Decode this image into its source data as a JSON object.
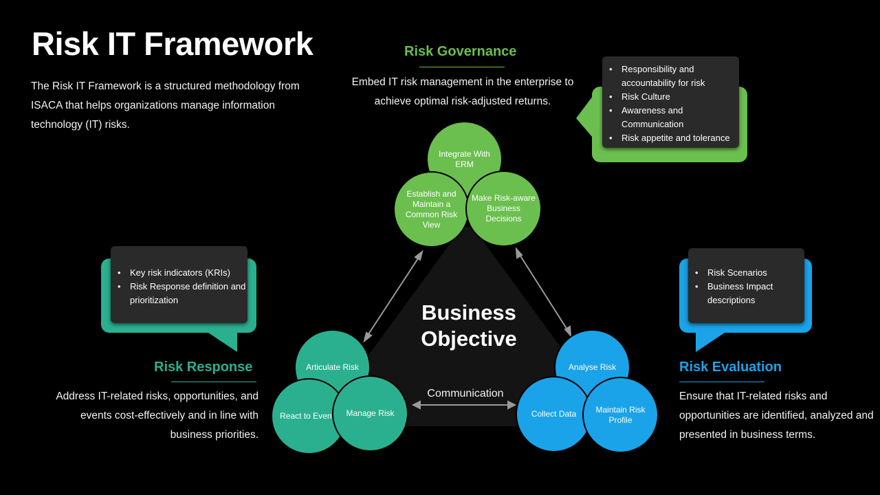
{
  "title": "Risk IT Framework",
  "intro": "The Risk IT Framework is a structured methodology from ISACA that helps organizations manage information technology (IT) risks.",
  "colors": {
    "governance": "#6bbf4e",
    "response": "#2bb08f",
    "evaluation": "#1aa3e8",
    "background": "#000000",
    "box": "#2a2a2a"
  },
  "governance": {
    "title": "Risk Governance",
    "description": "Embed IT risk management in the enterprise to achieve optimal risk-adjusted returns.",
    "bullets": [
      "Responsibility and accountability for risk",
      "Risk Culture",
      "Awareness and Communication",
      "Risk appetite and tolerance"
    ],
    "circles": [
      "Integrate With ERM",
      "Establish and Maintain a Common Risk View",
      "Make Risk-aware Business Decisions"
    ]
  },
  "response": {
    "title": "Risk Response",
    "description": "Address IT-related risks, opportunities, and events cost-effectively and in line with business priorities.",
    "bullets": [
      "Key risk indicators (KRIs)",
      "Risk Response definition and prioritization"
    ],
    "circles": [
      "Articulate Risk",
      "React to Events",
      "Manage Risk"
    ]
  },
  "evaluation": {
    "title": "Risk Evaluation",
    "description": "Ensure that IT-related risks and opportunities are identified, analyzed and presented in business terms.",
    "bullets": [
      "Risk Scenarios",
      "Business Impact descriptions"
    ],
    "circles": [
      "Analyse Risk",
      "Collect Data",
      "Maintain Risk Profile"
    ]
  },
  "center": {
    "line1": "Business",
    "line2": "Objective"
  },
  "communication": "Communication"
}
